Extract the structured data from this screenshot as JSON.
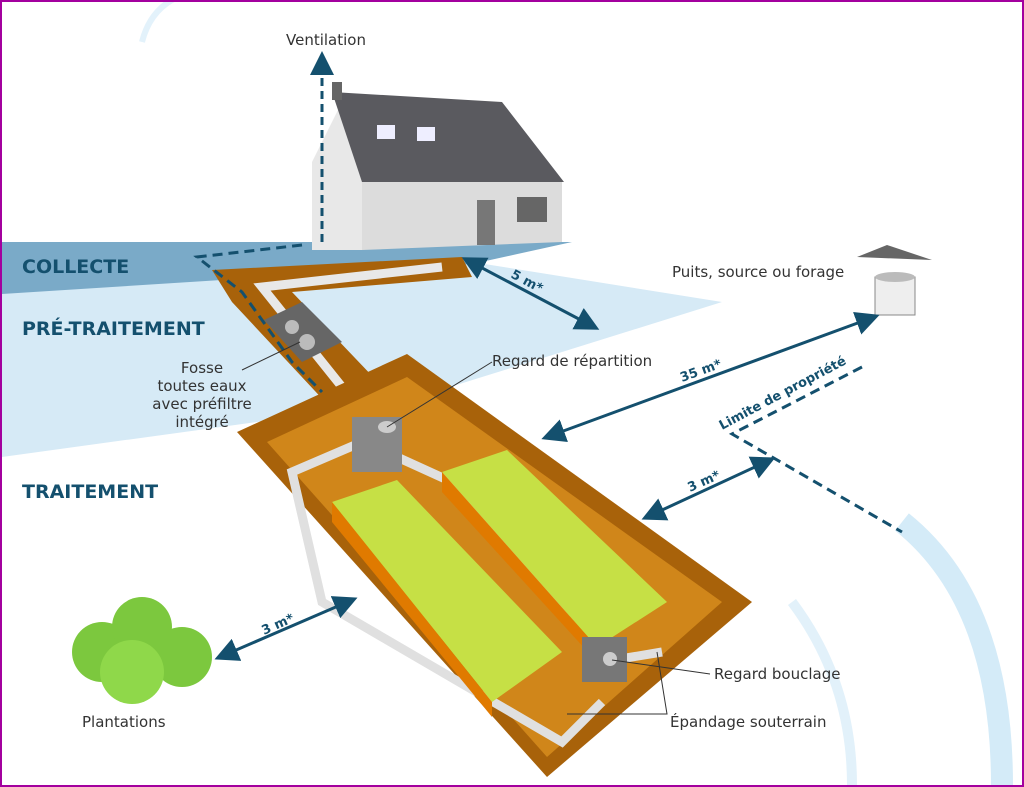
{
  "stages": {
    "collecte": "COLLECTE",
    "pretraitement": "PRÉ-TRAITEMENT",
    "traitement": "TRAITEMENT"
  },
  "labels": {
    "ventilation": "Ventilation",
    "puits": "Puits, source ou forage",
    "fosse": [
      "Fosse",
      "toutes eaux",
      "avec préfiltre",
      "intégré"
    ],
    "regard_repartition": "Regard de répartition",
    "limite": "Limite de propriété",
    "regard_bouclage": "Regard bouclage",
    "epandage": "Épandage souterrain",
    "plantations": "Plantations"
  },
  "distances": {
    "house": "5 m*",
    "well": "35 m*",
    "limit": "3 m*",
    "plants": "3 m*"
  },
  "colors": {
    "border": "#a3009e",
    "dark_blue": "#14506e",
    "collecte_band": "#7aaac8",
    "pre_band": "#d6eaf6",
    "soil": "#c8780c",
    "bed": "#c6e045"
  }
}
